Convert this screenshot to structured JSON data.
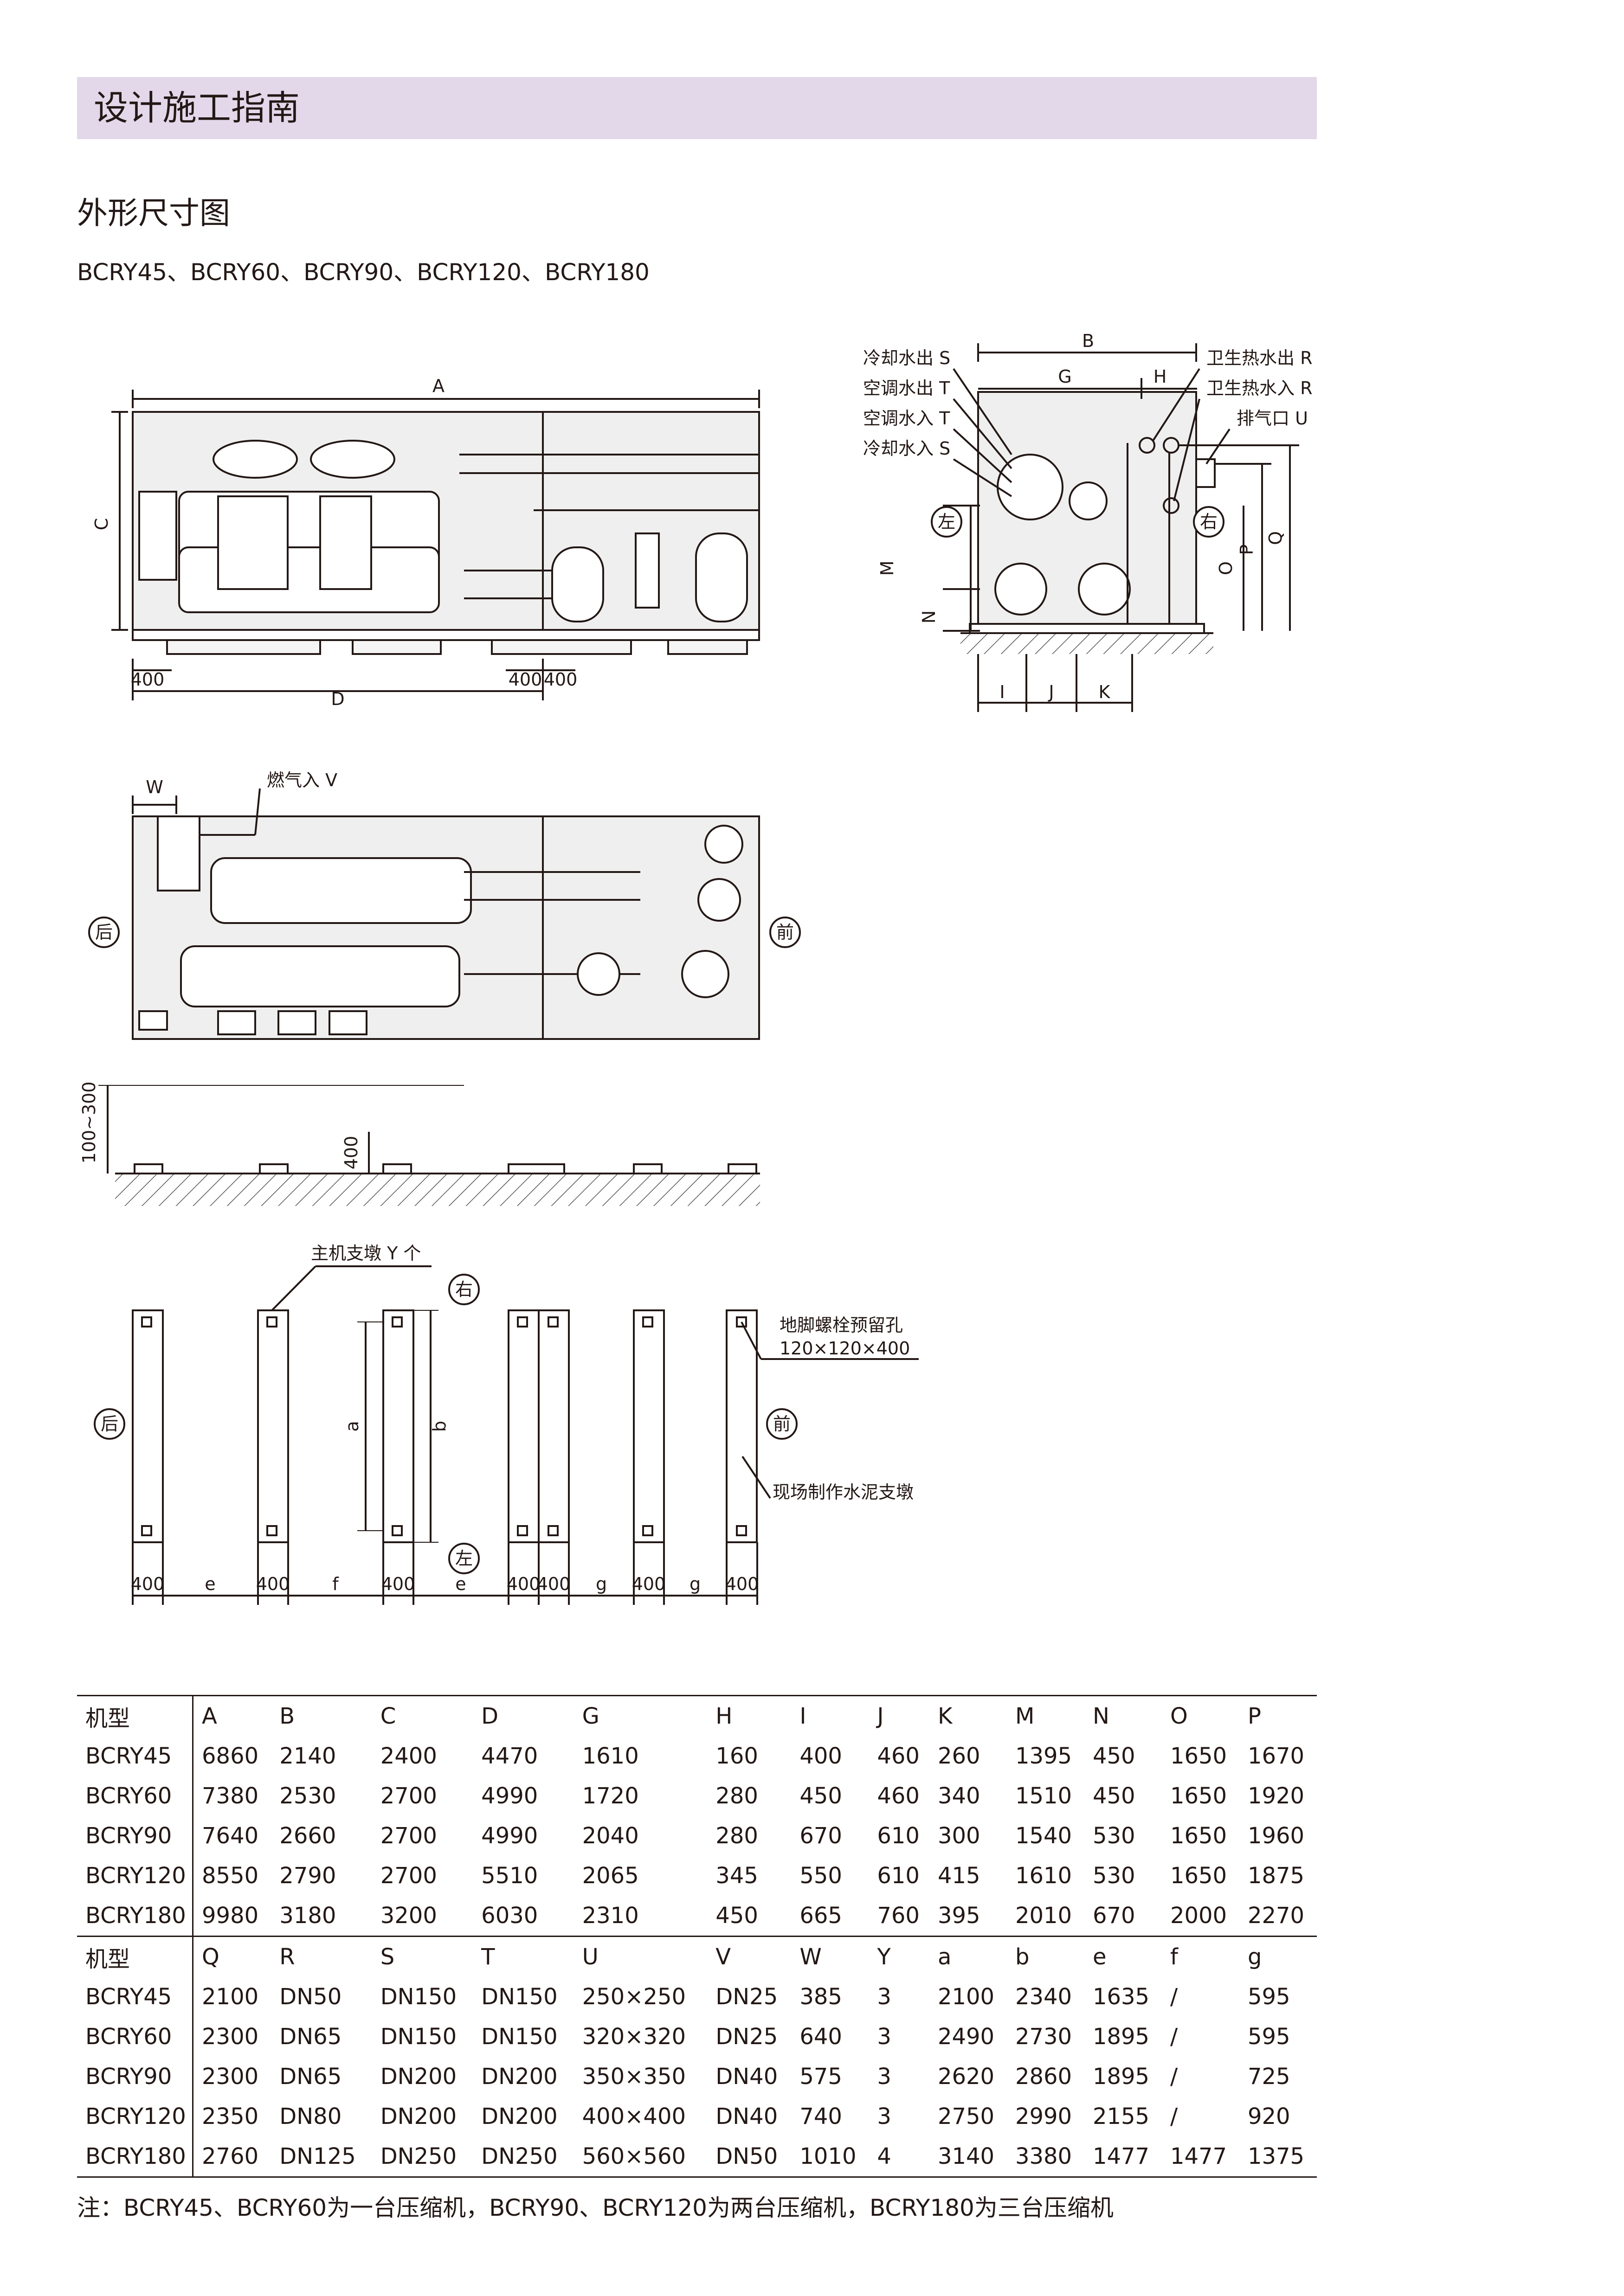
{
  "header": {
    "title": "设计施工指南"
  },
  "section": {
    "title": "外形尺寸图",
    "models": "BCRY45、BCRY60、BCRY90、BCRY120、BCRY180"
  },
  "front_view": {
    "dim_A": "A",
    "dim_C": "C",
    "dim_D": "D",
    "dim_400_a": "400",
    "dim_400_b": "400",
    "dim_400_c": "400"
  },
  "side_view": {
    "dim_B": "B",
    "dim_G": "G",
    "dim_H": "H",
    "dim_M": "M",
    "dim_N": "N",
    "dim_O": "O",
    "dim_P": "P",
    "dim_Q": "Q",
    "dim_I": "I",
    "dim_J": "J",
    "dim_K": "K",
    "left_label": "左",
    "right_label": "右",
    "label_cool_out": "冷却水出 S",
    "label_ac_out": "空调水出 T",
    "label_ac_in": "空调水入 T",
    "label_cool_in": "冷却水入 S",
    "label_hot_out": "卫生热水出 R",
    "label_hot_in": "卫生热水入 R",
    "label_vent": "排气口 U"
  },
  "top_view": {
    "dim_W": "W",
    "gas_label": "燃气入 V",
    "rear_label": "后",
    "front_label": "前"
  },
  "elevation": {
    "range_label": "100~300",
    "dim_400": "400"
  },
  "foundation_plan": {
    "pier_label": "主机支墩 Y 个",
    "bolt_label": "地脚螺栓预留孔",
    "bolt_size": "120×120×400",
    "onsite_label": "现场制作水泥支墩",
    "right_label": "右",
    "left_label": "左",
    "rear_label": "后",
    "front_label": "前",
    "dim_a": "a",
    "dim_b": "b",
    "bottom_dims": [
      "400",
      "e",
      "400",
      "f",
      "400",
      "e",
      "400",
      "400",
      "g",
      "400",
      "g",
      "400"
    ]
  },
  "table": {
    "header1": [
      "机型",
      "A",
      "B",
      "C",
      "D",
      "G",
      "H",
      "I",
      "J",
      "K",
      "M",
      "N",
      "O",
      "P"
    ],
    "rows1": [
      [
        "BCRY45",
        "6860",
        "2140",
        "2400",
        "4470",
        "1610",
        "160",
        "400",
        "460",
        "260",
        "1395",
        "450",
        "1650",
        "1670"
      ],
      [
        "BCRY60",
        "7380",
        "2530",
        "2700",
        "4990",
        "1720",
        "280",
        "450",
        "460",
        "340",
        "1510",
        "450",
        "1650",
        "1920"
      ],
      [
        "BCRY90",
        "7640",
        "2660",
        "2700",
        "4990",
        "2040",
        "280",
        "670",
        "610",
        "300",
        "1540",
        "530",
        "1650",
        "1960"
      ],
      [
        "BCRY120",
        "8550",
        "2790",
        "2700",
        "5510",
        "2065",
        "345",
        "550",
        "610",
        "415",
        "1610",
        "530",
        "1650",
        "1875"
      ],
      [
        "BCRY180",
        "9980",
        "3180",
        "3200",
        "6030",
        "2310",
        "450",
        "665",
        "760",
        "395",
        "2010",
        "670",
        "2000",
        "2270"
      ]
    ],
    "header2": [
      "机型",
      "Q",
      "R",
      "S",
      "T",
      "U",
      "V",
      "W",
      "Y",
      "a",
      "b",
      "e",
      "f",
      "g"
    ],
    "rows2": [
      [
        "BCRY45",
        "2100",
        "DN50",
        "DN150",
        "DN150",
        "250×250",
        "DN25",
        "385",
        "3",
        "2100",
        "2340",
        "1635",
        "/",
        "595"
      ],
      [
        "BCRY60",
        "2300",
        "DN65",
        "DN150",
        "DN150",
        "320×320",
        "DN25",
        "640",
        "3",
        "2490",
        "2730",
        "1895",
        "/",
        "595"
      ],
      [
        "BCRY90",
        "2300",
        "DN65",
        "DN200",
        "DN200",
        "350×350",
        "DN40",
        "575",
        "3",
        "2620",
        "2860",
        "1895",
        "/",
        "725"
      ],
      [
        "BCRY120",
        "2350",
        "DN80",
        "DN200",
        "DN200",
        "400×400",
        "DN40",
        "740",
        "3",
        "2750",
        "2990",
        "2155",
        "/",
        "920"
      ],
      [
        "BCRY180",
        "2760",
        "DN125",
        "DN250",
        "DN250",
        "560×560",
        "DN50",
        "1010",
        "4",
        "3140",
        "3380",
        "1477",
        "1477",
        "1375"
      ]
    ]
  },
  "note": "注：BCRY45、BCRY60为一台压缩机，BCRY90、BCRY120为两台压缩机，BCRY180为三台压缩机"
}
